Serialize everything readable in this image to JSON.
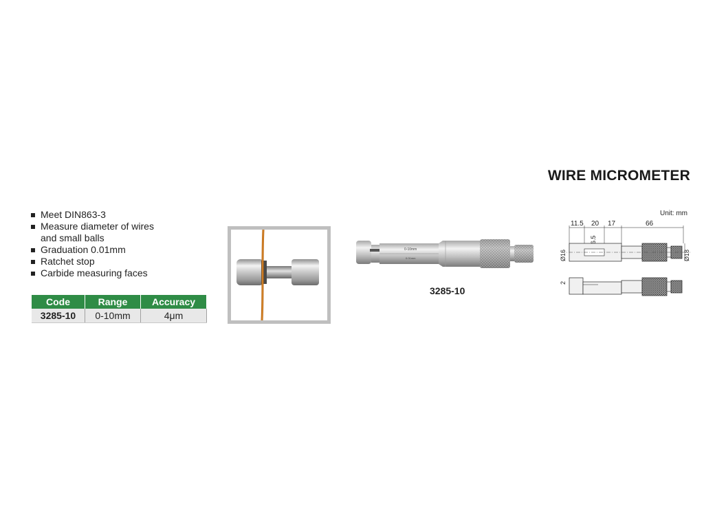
{
  "title": "WIRE MICROMETER",
  "features": [
    "Meet DIN863-3",
    "Measure diameter of wires and small balls",
    "Graduation 0.01mm",
    "Ratchet stop",
    "Carbide measuring faces"
  ],
  "spec_table": {
    "headers": [
      "Code",
      "Range",
      "Accuracy"
    ],
    "rows": [
      [
        "3285-10",
        "0-10mm",
        "4μm"
      ]
    ]
  },
  "product_code_caption": "3285-10",
  "drawing": {
    "unit_label": "Unit: mm",
    "dims": {
      "d1": "11.5",
      "d2": "20",
      "d3": "17",
      "d4": "66",
      "dia_inner": "Ø6.5",
      "dia_body": "Ø16",
      "dia_end": "Ø18",
      "gap": "2"
    }
  },
  "colors": {
    "table_header": "#2f8c46",
    "table_row": "#e8e8e8",
    "wire": "#b8620e"
  }
}
